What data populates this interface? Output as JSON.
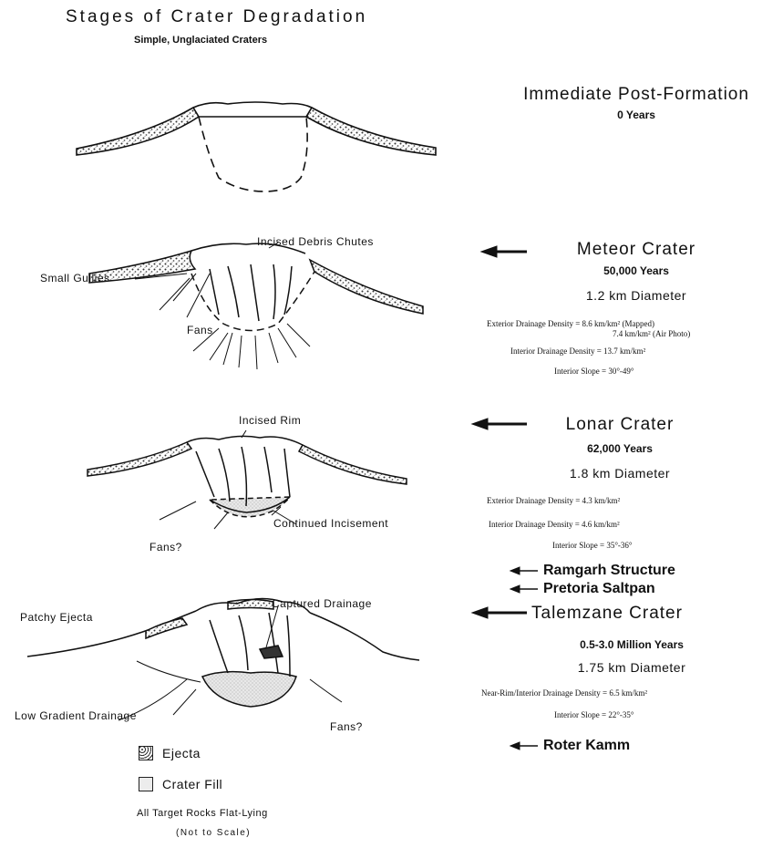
{
  "header": {
    "title": "Stages of Crater Degradation",
    "subtitle": "Simple, Unglaciated Craters"
  },
  "stages": [
    {
      "name": "Immediate Post-Formation",
      "age": "0 Years"
    },
    {
      "name": "Meteor Crater",
      "age": "50,000 Years",
      "diameter": "1.2 km Diameter",
      "measurements": [
        "Exterior Drainage Density = 8.6 km/km² (Mapped)",
        "7.4 km/km² (Air Photo)",
        "Interior Drainage Density = 13.7 km/km²",
        "Interior Slope = 30°-49°"
      ],
      "labels": [
        "Incised Debris Chutes",
        "Small Gullies",
        "Fans"
      ]
    },
    {
      "name": "Lonar Crater",
      "age": "62,000 Years",
      "diameter": "1.8 km Diameter",
      "measurements": [
        "Exterior Drainage Density = 4.3 km/km²",
        "Interior Drainage Density = 4.6 km/km²",
        "Interior Slope = 35°-36°"
      ],
      "labels": [
        "Incised Rim",
        "Continued Incisement",
        "Fans?"
      ]
    },
    {
      "name": "Talemzane Crater",
      "age": "0.5-3.0 Million Years",
      "diameter": "1.75 km Diameter",
      "measurements": [
        "Near-Rim/Interior Drainage Density = 6.5 km/km²",
        "Interior Slope = 22°-35°"
      ],
      "labels": [
        "Patchy Ejecta",
        "Captured Drainage",
        "Low Gradient Drainage",
        "Fans?"
      ]
    }
  ],
  "structures": [
    "Ramgarh Structure",
    "Pretoria Saltpan",
    "Roter Kamm"
  ],
  "legend": {
    "ejecta": "Ejecta",
    "crater_fill": "Crater Fill",
    "note": "All Target Rocks Flat-Lying",
    "scale": "(Not to Scale)"
  }
}
